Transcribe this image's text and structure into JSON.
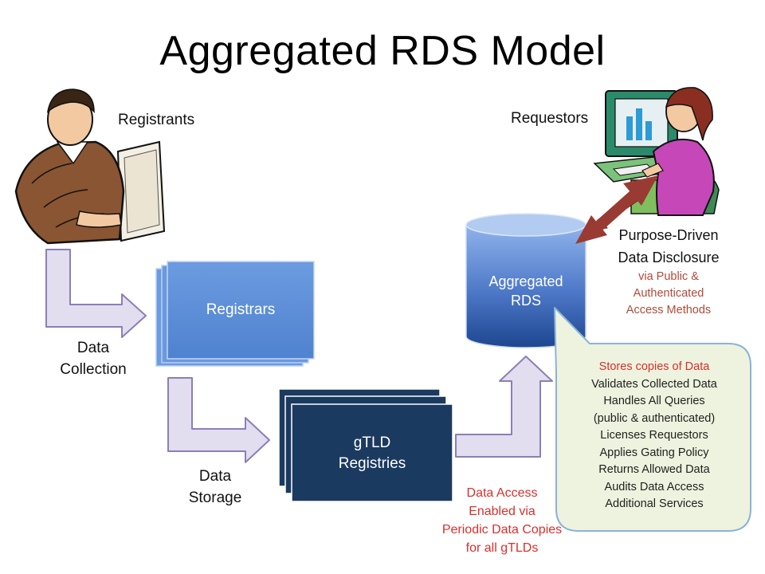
{
  "title": "Aggregated RDS Model",
  "actors": {
    "registrants": "Registrants",
    "requestors": "Requestors"
  },
  "boxes": {
    "registrars": "Registrars",
    "registries_line1": "gTLD",
    "registries_line2": "Registries",
    "rds_line1": "Aggregated",
    "rds_line2": "RDS"
  },
  "flows": {
    "collection_line1": "Data",
    "collection_line2": "Collection",
    "storage_line1": "Data",
    "storage_line2": "Storage",
    "access_lines": [
      "Data Access",
      "Enabled via",
      "Periodic Data Copies",
      "for all gTLDs"
    ]
  },
  "disclosure": {
    "line1": "Purpose-Driven",
    "line2": "Data Disclosure",
    "sub_lines": [
      "via Public &",
      "Authenticated",
      "Access Methods"
    ]
  },
  "callout_lines": [
    "Stores copies of Data",
    "Validates Collected Data",
    "Handles All Queries",
    "(public & authenticated)",
    "Licenses Requestors",
    "Applies Gating Policy",
    "Returns Allowed Data",
    "Audits Data Access",
    "Additional Services"
  ],
  "colors": {
    "registrar_blue": "#5b8fd6",
    "registry_navy": "#1b3a60",
    "arrow_fill": "#e2ddef",
    "arrow_stroke": "#8c7fb6",
    "callout_fill": "#eef3df",
    "callout_stroke": "#8ab3d8",
    "double_arrow": "#9a3b33"
  }
}
